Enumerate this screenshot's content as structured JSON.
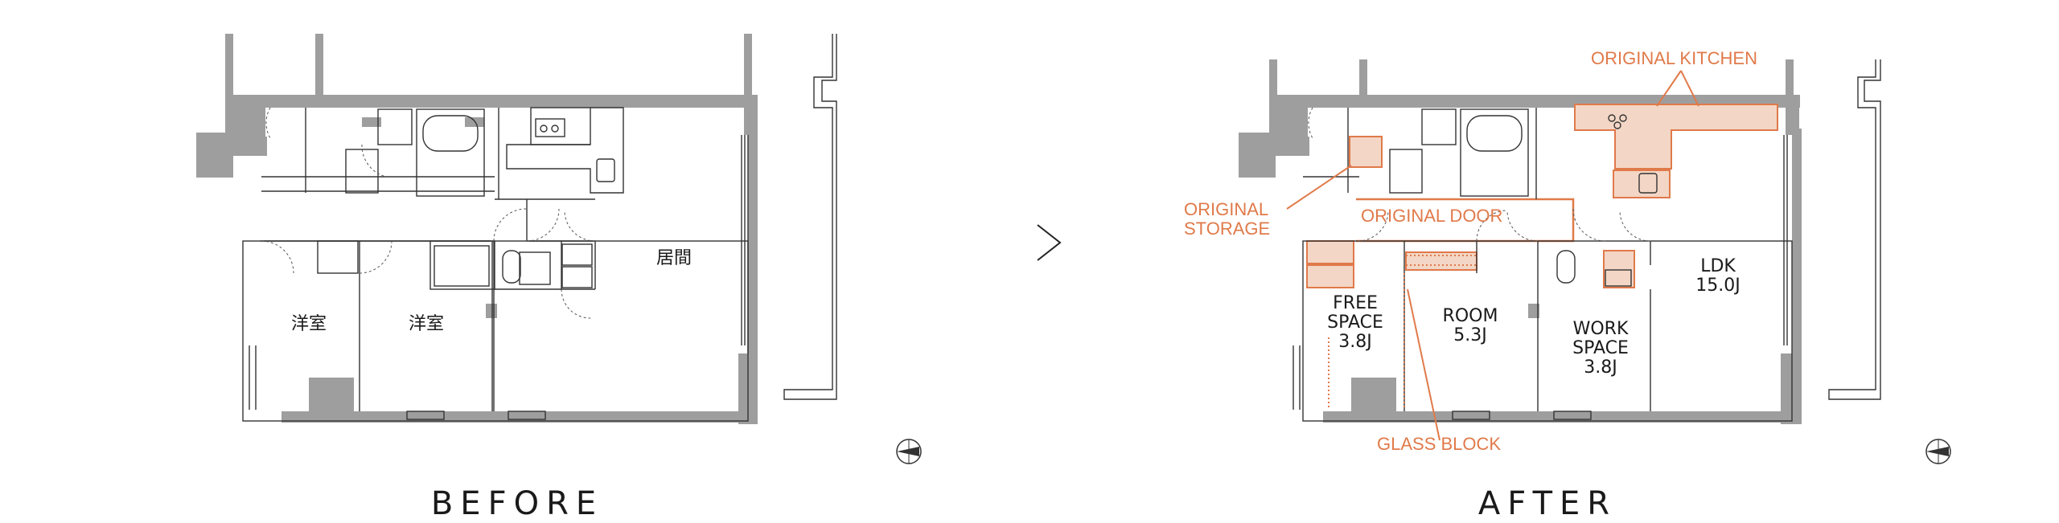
{
  "before": {
    "title": "BEFORE",
    "rooms": [
      "洋室",
      "洋室",
      "居間"
    ]
  },
  "arrow_icon": "chevron-right",
  "after": {
    "title": "AFTER",
    "rooms": {
      "free_space": [
        "FREE",
        "SPACE",
        "3.8J"
      ],
      "room": [
        "ROOM",
        "5.3J"
      ],
      "work_space": [
        "WORK",
        "SPACE",
        "3.8J"
      ],
      "ldk": [
        "LDK",
        "15.0J"
      ]
    },
    "annotations": {
      "original_kitchen": "ORIGINAL KITCHEN",
      "original_storage": [
        "ORIGINAL",
        "STORAGE"
      ],
      "original_door": "ORIGINAL DOOR",
      "glass_block": "GLASS BLOCK"
    }
  },
  "colors": {
    "wall": "#9e9e9e",
    "accent": "#e07a4a",
    "accent_fill": "#f3d6c5",
    "line": "#333333"
  },
  "compass_icon": "north-arrow"
}
